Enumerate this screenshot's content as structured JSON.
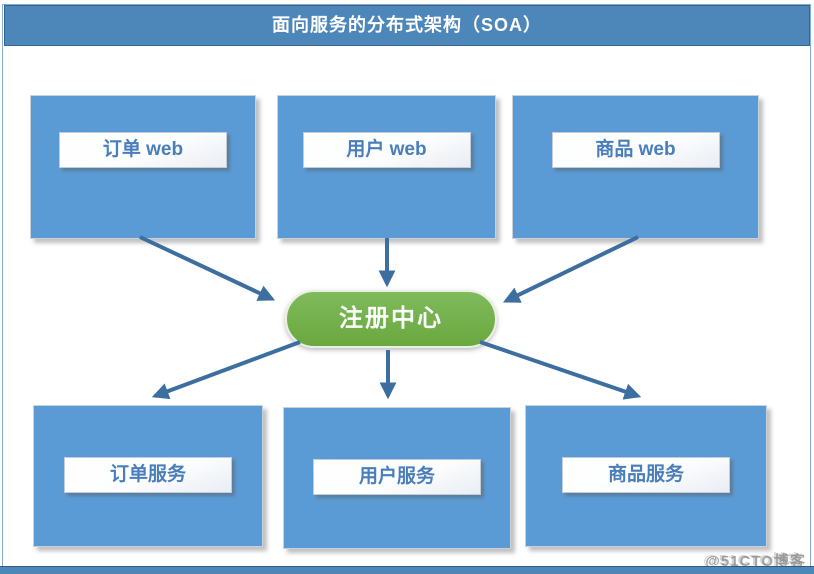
{
  "title": "面向服务的分布式架构（SOA）",
  "watermark": "@51CTO博客",
  "colors": {
    "box_blue": "#5b9bd5",
    "header_blue": "#4d86b8",
    "arrow_blue": "#3c6e9f",
    "node_green": "#71ad47",
    "label_text_blue": "#4a7ebb"
  },
  "nodes": {
    "top": [
      {
        "id": "order-web",
        "label": "订单 web"
      },
      {
        "id": "user-web",
        "label": "用户 web"
      },
      {
        "id": "product-web",
        "label": "商品 web"
      }
    ],
    "center": {
      "id": "registry",
      "label": "注册中心"
    },
    "bottom": [
      {
        "id": "order-service",
        "label": "订单服务"
      },
      {
        "id": "user-service",
        "label": "用户服务"
      },
      {
        "id": "product-service",
        "label": "商品服务"
      }
    ]
  },
  "edges": [
    {
      "from": "order-web",
      "to": "registry"
    },
    {
      "from": "user-web",
      "to": "registry"
    },
    {
      "from": "product-web",
      "to": "registry"
    },
    {
      "from": "registry",
      "to": "order-service"
    },
    {
      "from": "registry",
      "to": "user-service"
    },
    {
      "from": "registry",
      "to": "product-service"
    }
  ]
}
